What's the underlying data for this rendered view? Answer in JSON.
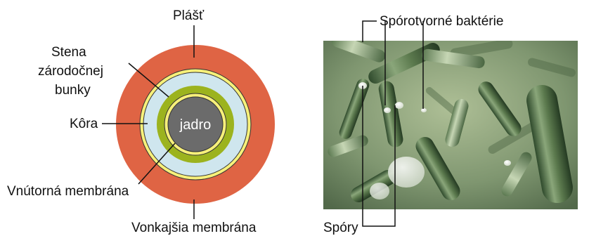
{
  "spore_diagram": {
    "labels": {
      "coat": "Plášť",
      "germ_cell_wall_line1": "Stena",
      "germ_cell_wall_line2": "zárodočnej",
      "germ_cell_wall_line3": "bunky",
      "cortex": "Kôra",
      "inner_membrane": "Vnútorná membrána",
      "outer_membrane": "Vonkajšia membrána",
      "core": "jadro"
    },
    "colors": {
      "coat": "#df6444",
      "membrane": "#f7f07a",
      "cortex": "#cfe6ee",
      "germ_cell_wall": "#9cb31e",
      "core": "#6b6b6b"
    }
  },
  "micrograph": {
    "labels": {
      "bacteria": "Spórotvorné baktérie",
      "spores": "Spóry"
    }
  }
}
